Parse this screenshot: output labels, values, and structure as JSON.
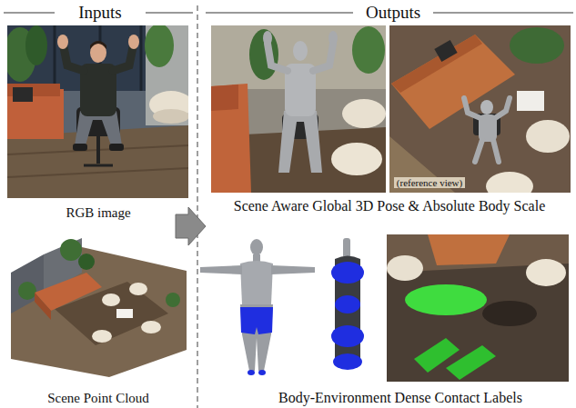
{
  "diagram": {
    "labels": [
      "Inputs",
      "Outputs",
      "RGB image",
      "Scene Point Cloud",
      "(reference view)",
      "Scene Aware Global 3D Pose & Absolute Body Scale",
      "Body-Environment Dense Contact Labels"
    ]
  }
}
